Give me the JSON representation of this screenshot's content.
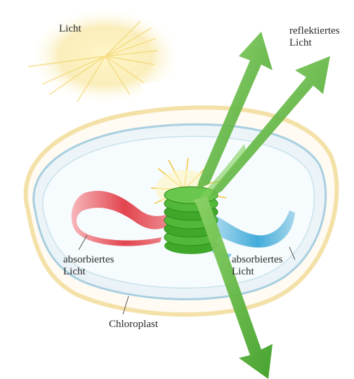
{
  "labels": {
    "light": "Licht",
    "reflected_light": "reflektiertes\nLicht",
    "absorbed_light_left": "absorbiertes\nLicht",
    "absorbed_light_right": "absorbiertes\nLicht",
    "chloroplast": "Chloroplast"
  },
  "colors": {
    "sun": "#f6dc7a",
    "reflected_arrow": "#5cb83a",
    "transmitted_arrow": "#5cb83a",
    "absorbed_red": "#e0303a",
    "absorbed_blue": "#2fa3d6",
    "grana": "#3fa82a",
    "membrane": "#a9cfe0",
    "outer_glow": "#f2dc9a"
  }
}
